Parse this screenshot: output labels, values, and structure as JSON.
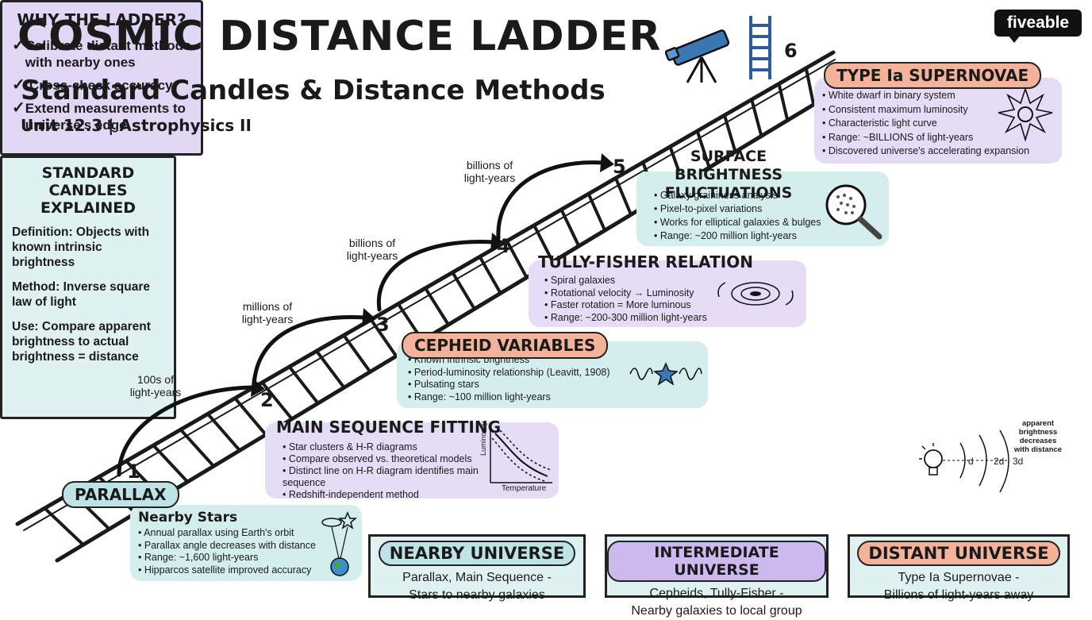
{
  "header": {
    "title": "COSMIC DISTANCE LADDER",
    "subtitle": "Standard Candles & Distance Methods",
    "unit": "Unit 12.3 | Astrophysics II",
    "brand": "fiveable"
  },
  "why_ladder": {
    "title": "WHY THE LADDER?",
    "items": [
      "Calibrate distant methods with nearby ones",
      "Cross-check accuracy",
      "Extend measurements to universe's edge"
    ]
  },
  "rungs": [
    "1",
    "2",
    "3",
    "4",
    "5",
    "6"
  ],
  "distance_labels": [
    "100s of light-years",
    "millions of light-years",
    "billions of light-years",
    "billions of light-years"
  ],
  "methods": {
    "parallax": {
      "title": "PARALLAX",
      "subtitle": "Nearby Stars",
      "bullets": [
        "Annual parallax using Earth's orbit",
        "Parallax angle decreases with distance",
        "Range: ~1,600 light-years",
        "Hipparcos satellite improved accuracy"
      ]
    },
    "main_sequence": {
      "title": "MAIN SEQUENCE FITTING",
      "bullets": [
        "Star clusters & H-R diagrams",
        "Compare observed vs. theoretical models",
        "Distinct line on H-R diagram identifies main sequence",
        "Redshift-independent method"
      ],
      "plot_xlabel": "Temperature",
      "plot_ylabel": "Luminosity"
    },
    "cepheid": {
      "title": "CEPHEID VARIABLES",
      "bullets": [
        "Known intrinsic brightness",
        "Period-luminosity relationship (Leavitt, 1908)",
        "Pulsating stars",
        "Range: ~100 million light-years"
      ]
    },
    "tully_fisher": {
      "title": "TULLY-FISHER RELATION",
      "bullets": [
        "Spiral galaxies",
        "Rotational velocity → Luminosity",
        "Faster rotation = More luminous",
        "Range: ~200-300 million light-years"
      ]
    },
    "surface_brightness": {
      "title_line1": "SURFACE BRIGHTNESS",
      "title_line2": "FLUCTUATIONS",
      "bullets": [
        "Galaxy graininess analysis",
        "Pixel-to-pixel variations",
        "Works for elliptical galaxies & bulges",
        "Range: ~200 million light-years"
      ]
    },
    "supernovae": {
      "title": "TYPE Ia SUPERNOVAE",
      "bullets": [
        "White dwarf in binary system",
        "Consistent maximum luminosity",
        "Characteristic light curve",
        "Range: ~BILLIONS of light-years",
        "Discovered universe's accelerating expansion"
      ]
    }
  },
  "standard_candles": {
    "title_line1": "STANDARD CANDLES",
    "title_line2": "EXPLAINED",
    "definition": "Definition: Objects with known intrinsic brightness",
    "method": "Method: Inverse square law of light",
    "use": "Use: Compare apparent brightness to actual brightness = distance",
    "diagram_note": "apparent brightness decreases with distance",
    "distance_marks": [
      "d",
      "2d",
      "3d"
    ]
  },
  "regions": [
    {
      "label": "NEARBY UNIVERSE",
      "line1": "Parallax, Main Sequence -",
      "line2": "Stars to nearby galaxies",
      "color": "#bde3e6"
    },
    {
      "label": "INTERMEDIATE UNIVERSE",
      "line1": "Cepheids, Tully-Fisher -",
      "line2": "Nearby galaxies to local group",
      "color": "#cdb8ef"
    },
    {
      "label": "DISTANT UNIVERSE",
      "line1": "Type Ia Supernovae -",
      "line2": "Billions of light-years away",
      "color": "#f3b39b"
    }
  ]
}
